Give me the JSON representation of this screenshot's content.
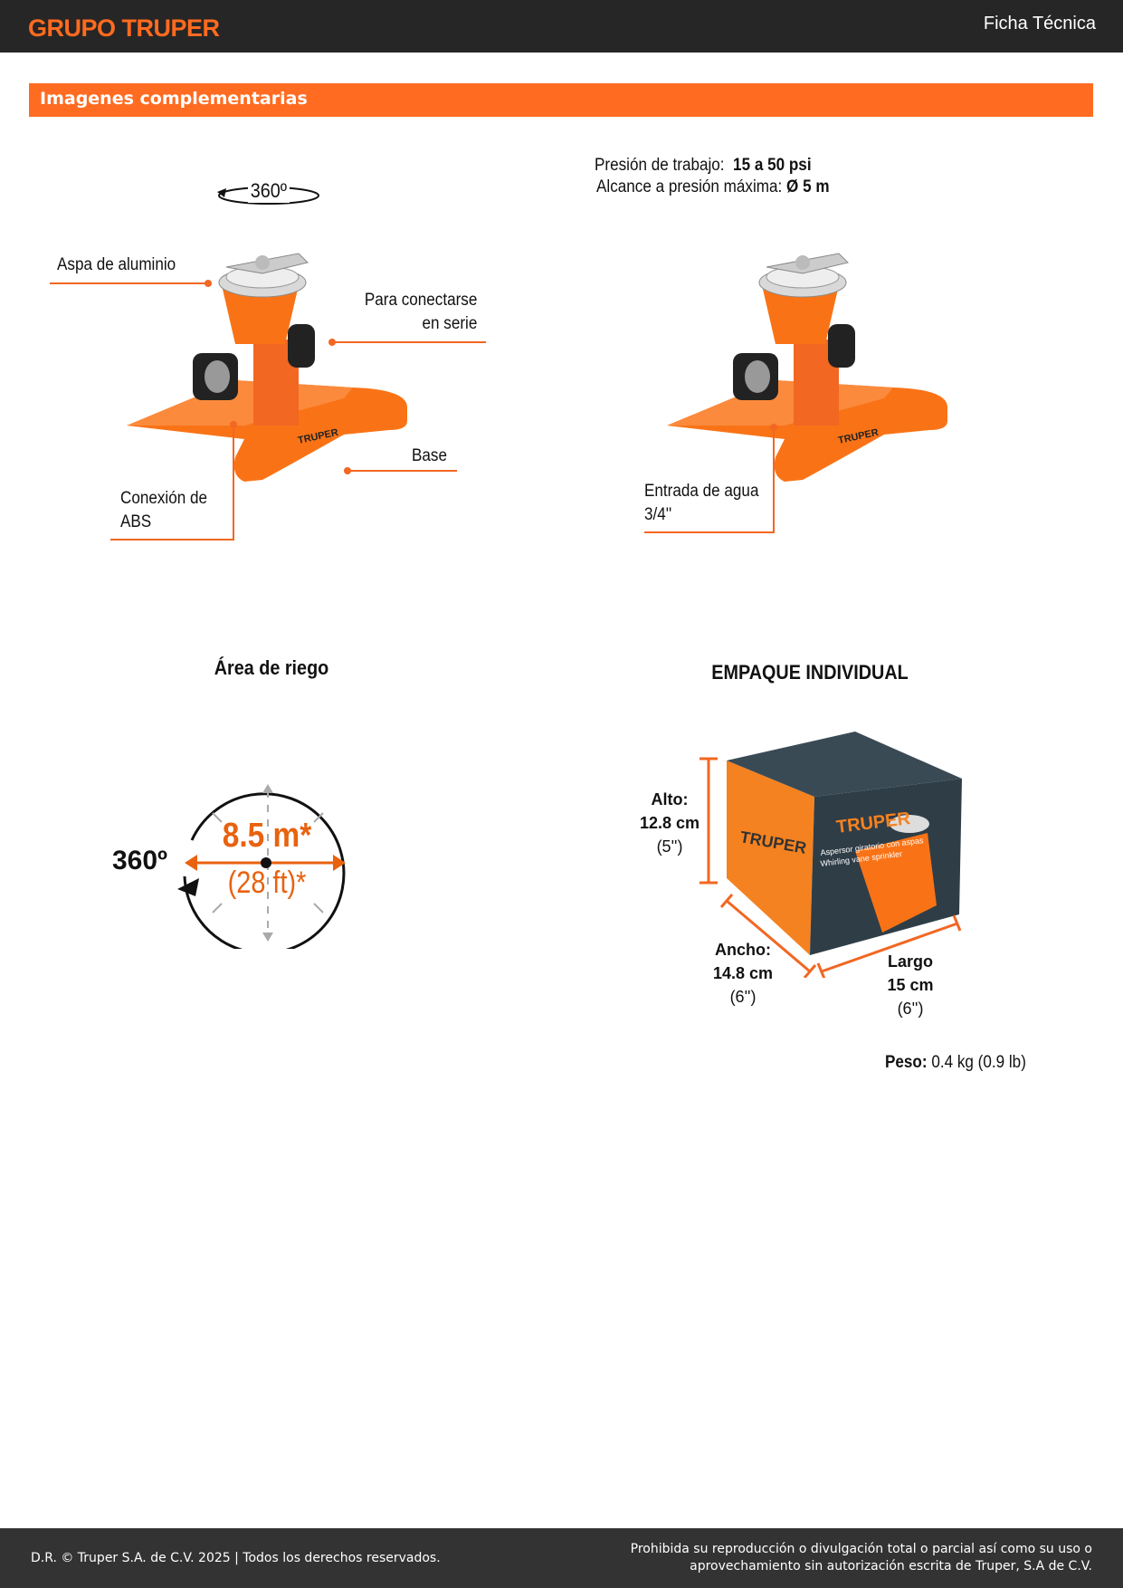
{
  "header": {
    "logo": "GRUPO TRUPER",
    "title": "Ficha Técnica"
  },
  "section": {
    "title": "Imagenes complementarias"
  },
  "left_image": {
    "rotation": "360º",
    "labels": {
      "aspa": "Aspa de aluminio",
      "serie_1": "Para conectarse",
      "serie_2": "en serie",
      "base": "Base",
      "conexion_1": "Conexión de",
      "conexion_2": "ABS"
    }
  },
  "right_image": {
    "pressure_label": "Presión de trabajo:",
    "pressure_value": "15 a 50 psi",
    "reach_label": "Alcance a presión máxima:",
    "reach_value": "Ø 5 m",
    "entrada_1": "Entrada de agua",
    "entrada_2": "3/4''"
  },
  "area": {
    "title": "Área de riego",
    "rotation": "360º",
    "diameter_m": "8.5 m*",
    "diameter_ft": "(28 ft)*"
  },
  "package": {
    "title": "EMPAQUE INDIVIDUAL",
    "alto_label": "Alto:",
    "alto_cm": "12.8 cm",
    "alto_in": "(5'')",
    "ancho_label": "Ancho:",
    "ancho_cm": "14.8 cm",
    "ancho_in": "(6'')",
    "largo_label": "Largo",
    "largo_cm": "15 cm",
    "largo_in": "(6'')",
    "peso_label": "Peso:",
    "peso_value": "0.4 kg (0.9 lb)",
    "box_brand": "TRUPER",
    "box_product": "Aspersor giratorio con aspas",
    "box_product_en": "Whirling vane sprinkler"
  },
  "footer": {
    "left": "D.R. © Truper S.A. de C.V. 2025 | Todos los derechos reservados.",
    "right_1": "Prohibida su reproducción o divulgación total o parcial así como su uso o",
    "right_2": "aprovechamiento sin autorización escrita de Truper, S.A de C.V."
  },
  "colors": {
    "brand": "#ff6b21",
    "header": "#262626",
    "footer": "#333333"
  }
}
